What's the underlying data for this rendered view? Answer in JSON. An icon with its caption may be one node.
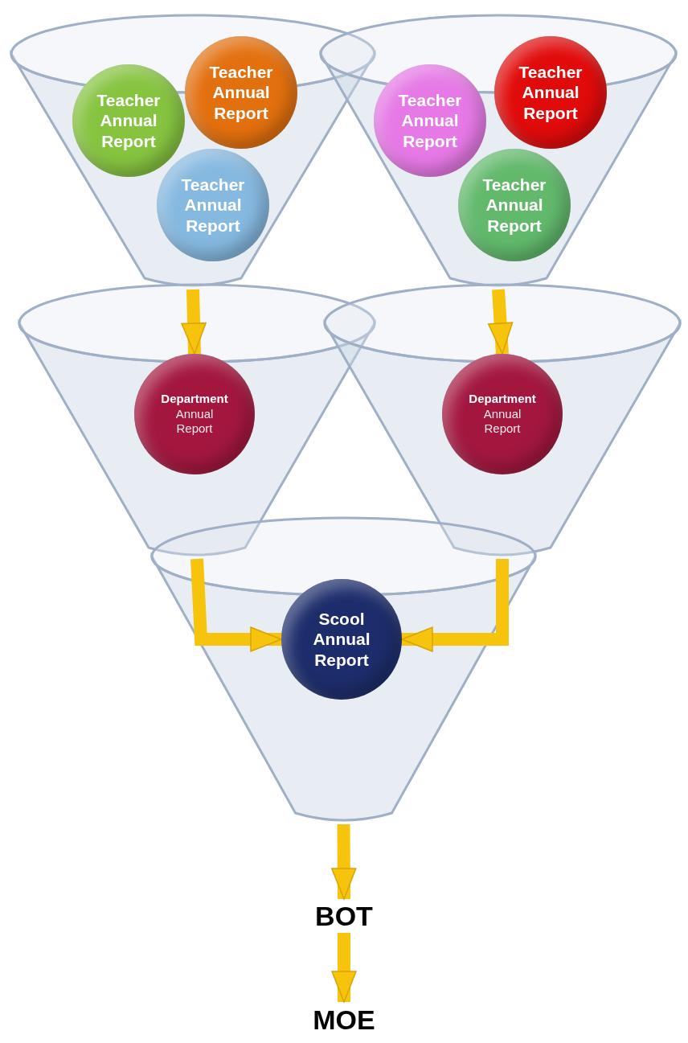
{
  "diagram": {
    "nodes": [
      {
        "text": [],
        "shape": "funnel"
      },
      {
        "text": [
          "Teacher Annual Report"
        ],
        "in": 0
      },
      {
        "text": [
          "Teacher Annual Report"
        ],
        "in": 0
      },
      {
        "text": [
          "Teacher Annual Report"
        ],
        "in": 0
      },
      {
        "text": [],
        "shape": "funnel"
      },
      {
        "text": [
          "Teacher Annual Report"
        ],
        "in": 4
      },
      {
        "text": [
          "Teacher Annual Report"
        ],
        "in": 4
      },
      {
        "text": [
          "Teacher Annual Report"
        ],
        "in": 4
      },
      {
        "text": [],
        "shape": "funnel"
      },
      {
        "text": [
          "Department",
          "Annual Report"
        ],
        "in": 8
      },
      {
        "text": [],
        "shape": "funnel"
      },
      {
        "text": [
          "Department",
          "Annual Report"
        ],
        "in": 10
      },
      {
        "text": [],
        "shape": "funnel"
      },
      {
        "text": [
          "Scool Annual Report"
        ],
        "in": 12
      },
      {
        "text": [
          "BOT"
        ]
      },
      {
        "text": [
          "MOE"
        ]
      }
    ],
    "edges": [
      {
        "from": 0,
        "to": 9,
        "arrow": "to"
      },
      {
        "from": 4,
        "to": 11,
        "arrow": "to"
      },
      {
        "from": 8,
        "to": 13,
        "arrow": "to"
      },
      {
        "from": 10,
        "to": 13,
        "arrow": "to"
      },
      {
        "from": 12,
        "to": 14,
        "arrow": "to"
      },
      {
        "from": 14,
        "to": 15,
        "arrow": "to"
      }
    ]
  }
}
